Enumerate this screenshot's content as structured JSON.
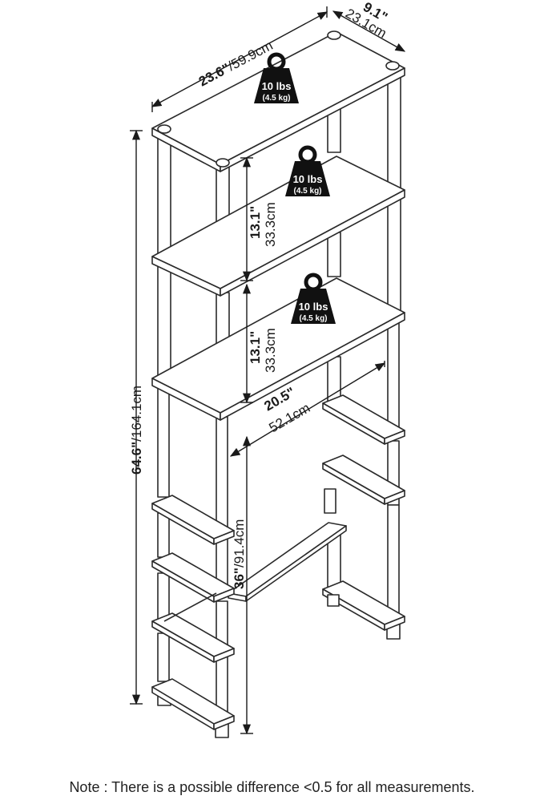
{
  "dimensions": {
    "width_in": "23.6\"",
    "width_cm": "/59.9cm",
    "depth_in": "9.1\"",
    "depth_cm": "23.1cm",
    "height_in": "64.6\"",
    "height_cm": "/164.1cm",
    "shelf_gap_1_in": "13.1\"",
    "shelf_gap_1_cm": "33.3cm",
    "shelf_gap_2_in": "13.1\"",
    "shelf_gap_2_cm": "33.3cm",
    "inner_width_in": "20.5\"",
    "inner_width_cm": "52.1cm",
    "clearance_in": "36\"",
    "clearance_cm": "/91.4cm"
  },
  "weights": [
    {
      "lbs": "10 lbs",
      "kg": "(4.5 kg)"
    },
    {
      "lbs": "10 lbs",
      "kg": "(4.5 kg)"
    },
    {
      "lbs": "10 lbs",
      "kg": "(4.5 kg)"
    }
  ],
  "note": "Note : There is a possible difference <0.5 for all measurements."
}
